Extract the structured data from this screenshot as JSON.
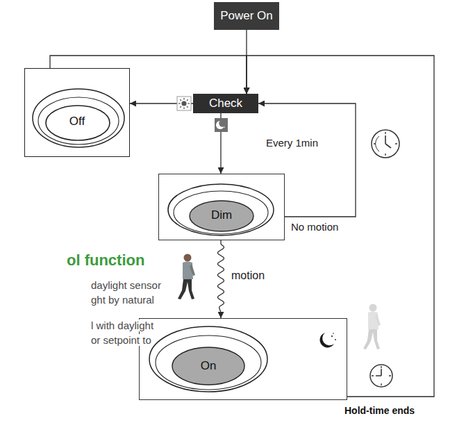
{
  "diagram": {
    "nodes": [
      {
        "text": [
          "Power On"
        ]
      },
      {
        "text": [
          "Off"
        ]
      },
      {
        "text": [
          "Check"
        ]
      },
      {
        "text": [
          "Dim"
        ]
      },
      {
        "text": [
          "On"
        ]
      }
    ],
    "edges": [
      {
        "from": 0,
        "to": 2,
        "arrow": "to"
      },
      {
        "from": 1,
        "to": 2,
        "arrow": "to"
      },
      {
        "from": 2,
        "to": 1,
        "arrow": "to"
      },
      {
        "from": 2,
        "to": 3,
        "arrow": "to"
      },
      {
        "from": 3,
        "to": 2,
        "label": "No motion",
        "arrow": "to"
      },
      {
        "from": 3,
        "to": 4,
        "label": "motion",
        "arrow": "to"
      },
      {
        "from": 4,
        "to": 2,
        "arrow": "to"
      }
    ],
    "labels": [
      "Every 1min",
      "Hold-time ends",
      "ol function",
      "daylight sensor",
      "ght by natural",
      "l with daylight",
      "or setpoint to"
    ]
  }
}
